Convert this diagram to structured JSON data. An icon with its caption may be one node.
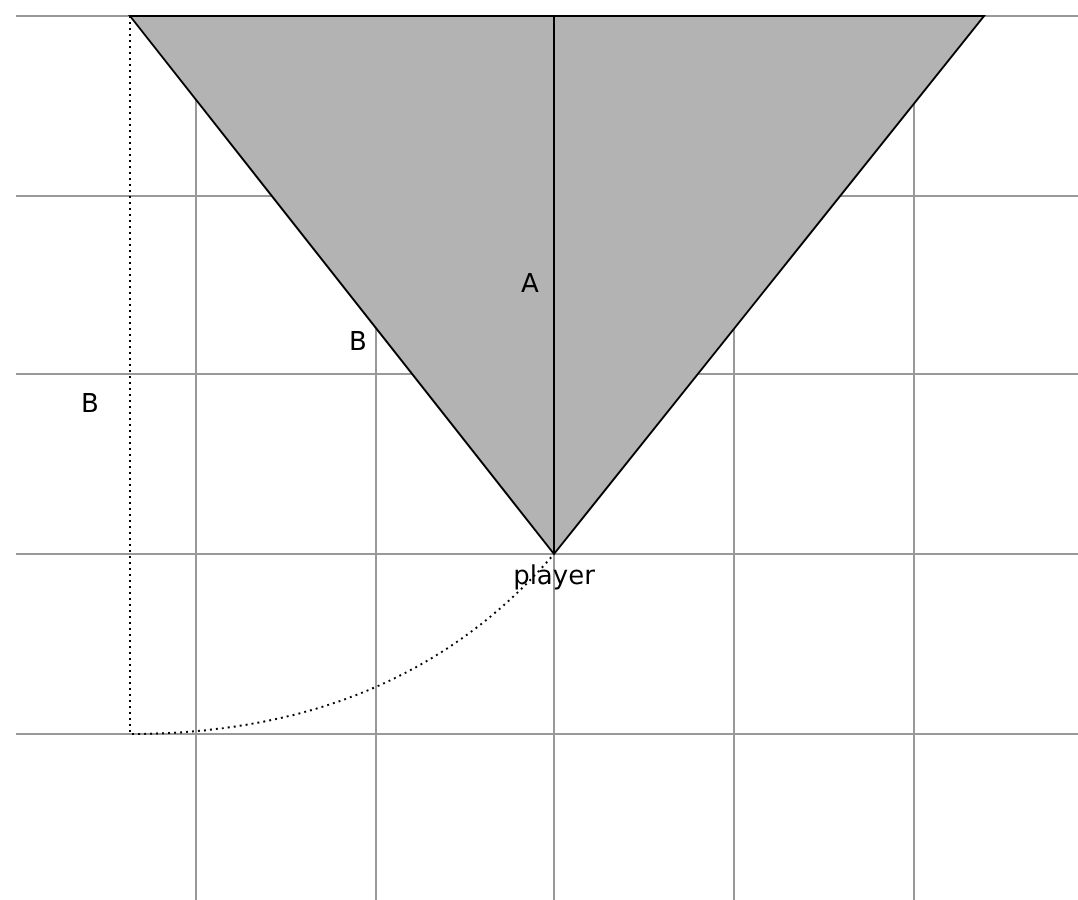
{
  "diagram": {
    "labels": [
      "A",
      "B",
      "B",
      "player"
    ]
  }
}
